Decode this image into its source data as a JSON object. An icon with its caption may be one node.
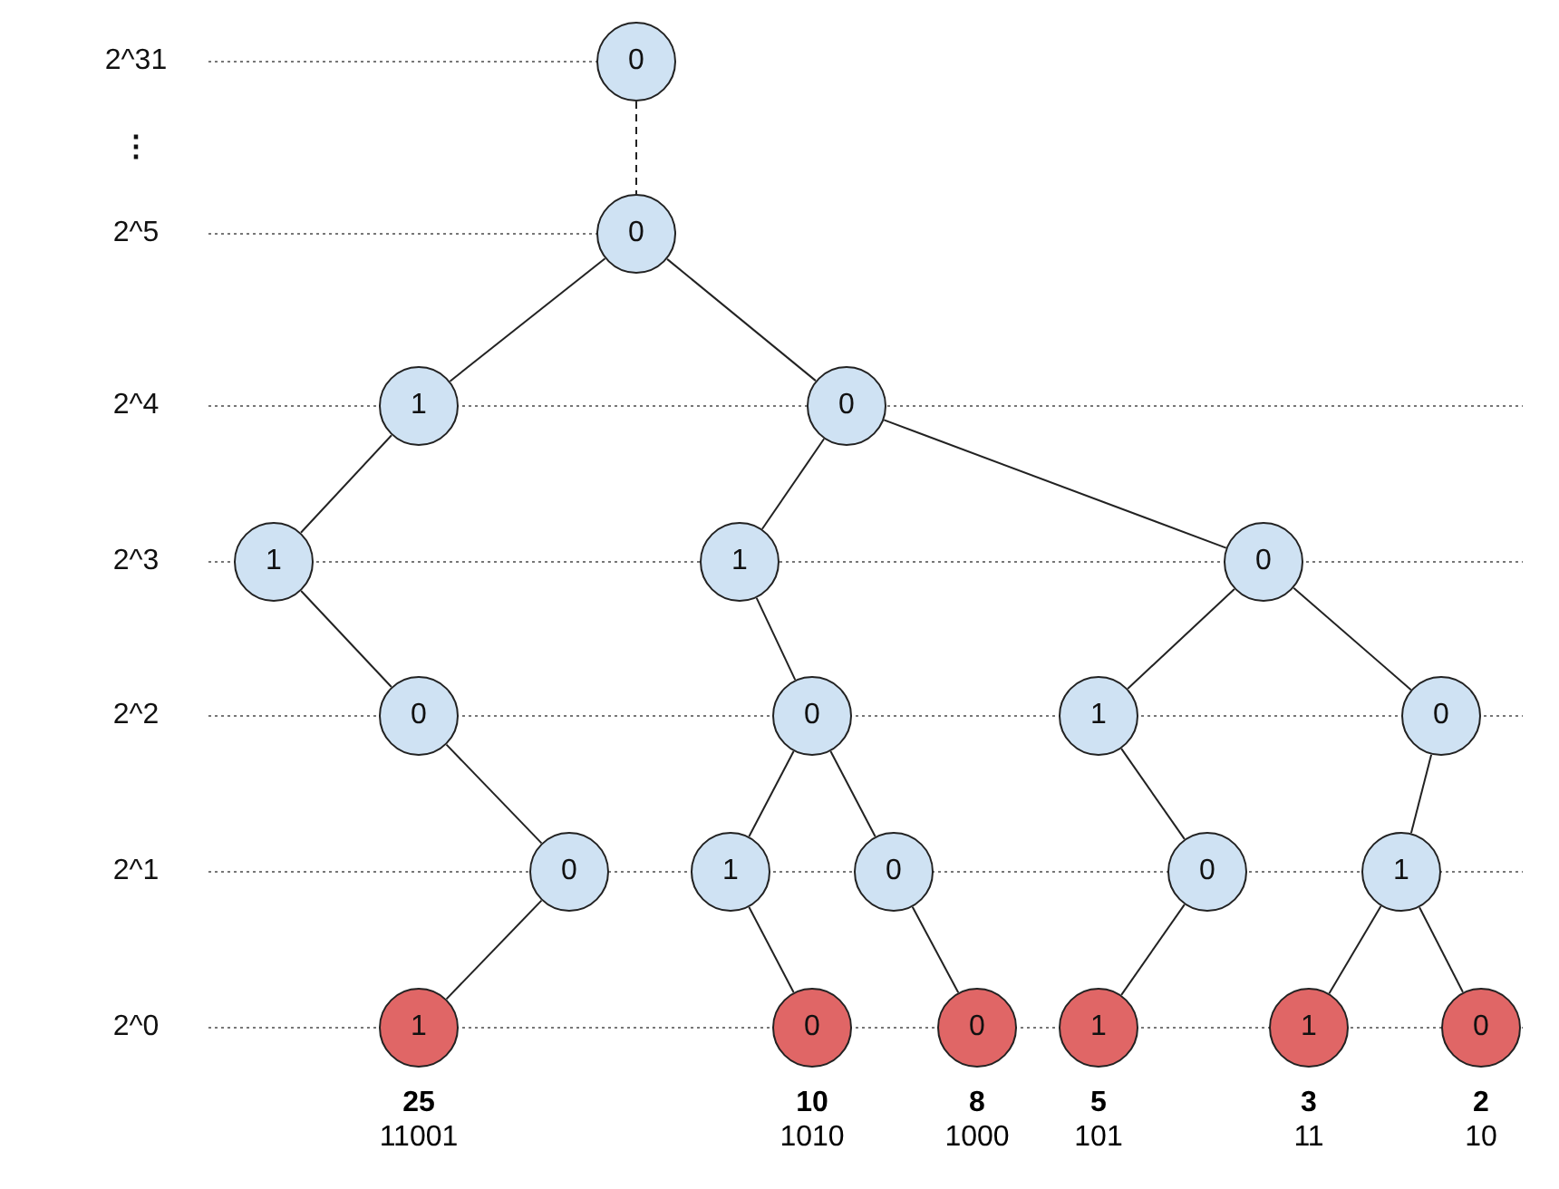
{
  "diagram": {
    "nodes": [
      {
        "text": [
          "0"
        ]
      },
      {
        "text": [
          "0"
        ]
      },
      {
        "text": [
          "1"
        ]
      },
      {
        "text": [
          "0"
        ]
      },
      {
        "text": [
          "1"
        ]
      },
      {
        "text": [
          "1"
        ]
      },
      {
        "text": [
          "0"
        ]
      },
      {
        "text": [
          "0"
        ]
      },
      {
        "text": [
          "0"
        ]
      },
      {
        "text": [
          "1"
        ]
      },
      {
        "text": [
          "0"
        ]
      },
      {
        "text": [
          "0"
        ]
      },
      {
        "text": [
          "1"
        ]
      },
      {
        "text": [
          "0"
        ]
      },
      {
        "text": [
          "0"
        ]
      },
      {
        "text": [
          "1"
        ]
      },
      {
        "text": [
          "1"
        ],
        "beside": [
          "25",
          "11001"
        ]
      },
      {
        "text": [
          "0"
        ],
        "beside": [
          "10",
          "1010"
        ]
      },
      {
        "text": [
          "0"
        ],
        "beside": [
          "8",
          "1000"
        ]
      },
      {
        "text": [
          "1"
        ],
        "beside": [
          "5",
          "101"
        ]
      },
      {
        "text": [
          "1"
        ],
        "beside": [
          "3",
          "11"
        ]
      },
      {
        "text": [
          "0"
        ],
        "beside": [
          "2",
          "10"
        ]
      }
    ],
    "edges": [
      {
        "from": 0,
        "to": 1,
        "arrow": "none",
        "style": "dashed"
      },
      {
        "from": 1,
        "to": 2,
        "arrow": "none"
      },
      {
        "from": 1,
        "to": 3,
        "arrow": "none"
      },
      {
        "from": 2,
        "to": 4,
        "arrow": "none"
      },
      {
        "from": 3,
        "to": 5,
        "arrow": "none"
      },
      {
        "from": 3,
        "to": 6,
        "arrow": "none"
      },
      {
        "from": 4,
        "to": 7,
        "arrow": "none"
      },
      {
        "from": 7,
        "to": 11,
        "arrow": "none"
      },
      {
        "from": 11,
        "to": 16,
        "arrow": "none"
      },
      {
        "from": 5,
        "to": 8,
        "arrow": "none"
      },
      {
        "from": 8,
        "to": 12,
        "arrow": "none"
      },
      {
        "from": 8,
        "to": 13,
        "arrow": "none"
      },
      {
        "from": 12,
        "to": 17,
        "arrow": "none"
      },
      {
        "from": 13,
        "to": 18,
        "arrow": "none"
      },
      {
        "from": 6,
        "to": 9,
        "arrow": "none"
      },
      {
        "from": 6,
        "to": 10,
        "arrow": "none"
      },
      {
        "from": 9,
        "to": 14,
        "arrow": "none"
      },
      {
        "from": 14,
        "to": 19,
        "arrow": "none"
      },
      {
        "from": 10,
        "to": 15,
        "arrow": "none"
      },
      {
        "from": 15,
        "to": 20,
        "arrow": "none"
      },
      {
        "from": 15,
        "to": 21,
        "arrow": "none"
      }
    ],
    "labels": [
      "2^31",
      "⋮",
      "2^5",
      "2^4",
      "2^3",
      "2^2",
      "2^1",
      "2^0"
    ]
  }
}
